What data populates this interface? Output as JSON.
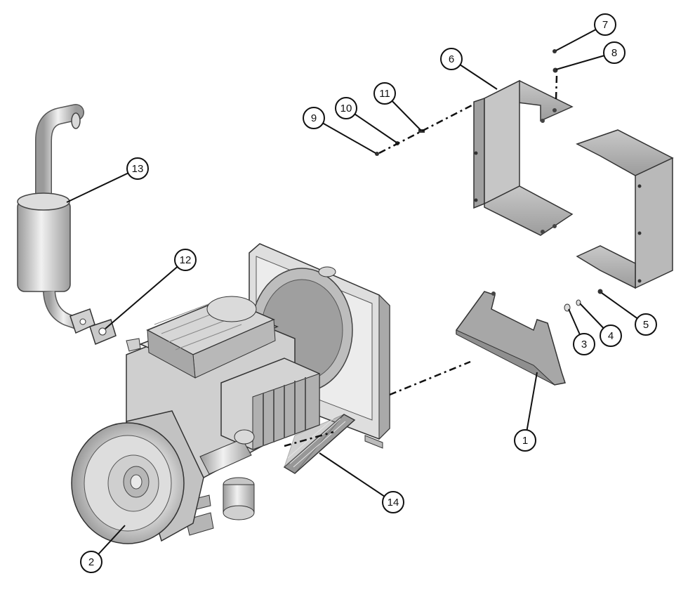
{
  "diagram": {
    "callouts": [
      {
        "id": "c1",
        "label": "1"
      },
      {
        "id": "c2",
        "label": "2"
      },
      {
        "id": "c3",
        "label": "3"
      },
      {
        "id": "c4",
        "label": "4"
      },
      {
        "id": "c5",
        "label": "5"
      },
      {
        "id": "c6",
        "label": "6"
      },
      {
        "id": "c7",
        "label": "7"
      },
      {
        "id": "c8",
        "label": "8"
      },
      {
        "id": "c9",
        "label": "9"
      },
      {
        "id": "c10",
        "label": "10"
      },
      {
        "id": "c11",
        "label": "11"
      },
      {
        "id": "c12",
        "label": "12"
      },
      {
        "id": "c13",
        "label": "13"
      },
      {
        "id": "c14",
        "label": "14"
      }
    ],
    "colors": {
      "line": "#111111",
      "part_light": "#e6e6e6",
      "part_mid": "#c4c4c4",
      "part_dark": "#8a8a8a",
      "sheet_metal": "#b3b3b3"
    }
  }
}
